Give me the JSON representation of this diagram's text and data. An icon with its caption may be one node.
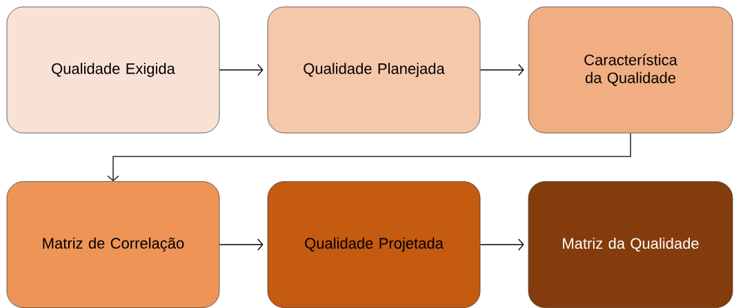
{
  "diagram": {
    "nodes": [
      {
        "text": [
          "Qualidade Exigida"
        ]
      },
      {
        "text": [
          "Qualidade Planejada"
        ]
      },
      {
        "text": [
          "Característica da Qualidade"
        ]
      },
      {
        "text": [
          "Matriz de Correlação"
        ]
      },
      {
        "text": [
          "Qualidade Projetada"
        ]
      },
      {
        "text": [
          "Matriz da Qualidade"
        ]
      }
    ],
    "edges": [
      {
        "from": 0,
        "to": 1,
        "arrow": "to"
      },
      {
        "from": 1,
        "to": 2,
        "arrow": "to"
      },
      {
        "from": 2,
        "to": 3,
        "arrow": "to"
      },
      {
        "from": 3,
        "to": 4,
        "arrow": "to"
      },
      {
        "from": 4,
        "to": 5,
        "arrow": "to"
      }
    ]
  }
}
